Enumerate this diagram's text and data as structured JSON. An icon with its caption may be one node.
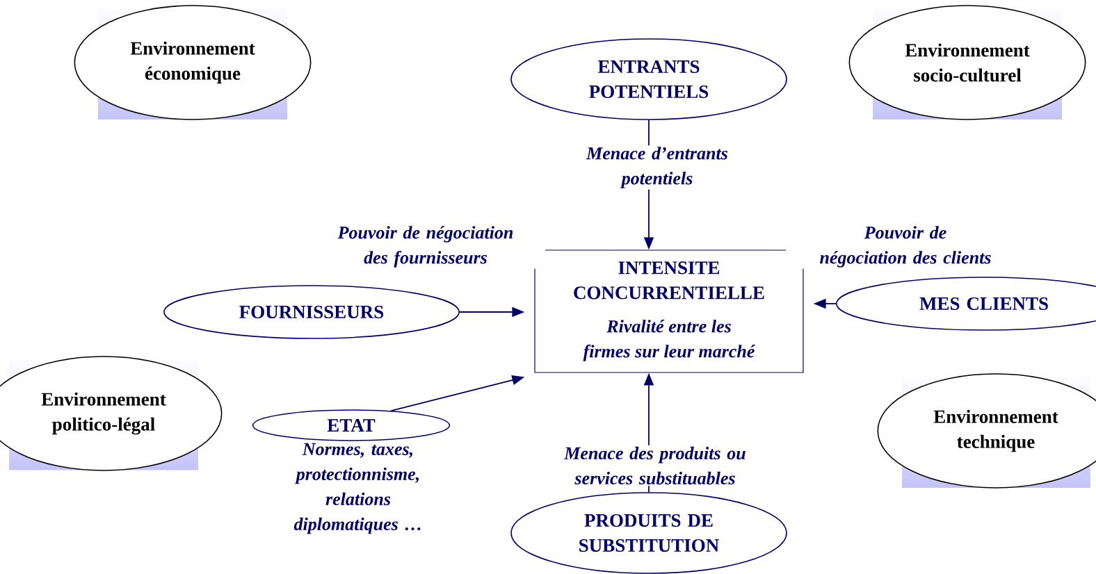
{
  "diagram": {
    "nodes": [
      {
        "text": [
          "Environnement économique"
        ]
      },
      {
        "text": [
          "ENTRANTS POTENTIELS"
        ]
      },
      {
        "text": [
          "Environnement socio-culturel"
        ]
      },
      {
        "text": [
          "INTENSITE CONCURRENTIELLE",
          "Rivalité entre les firmes sur leur marché"
        ]
      },
      {
        "text": [
          "FOURNISSEURS"
        ]
      },
      {
        "text": [
          "MES CLIENTS"
        ]
      },
      {
        "text": [
          "Environnement politico-légal"
        ]
      },
      {
        "text": [
          "ETAT"
        ],
        "beside": [
          "Normes, taxes, protectionnisme, relations diplomatiques …"
        ]
      },
      {
        "text": [
          "Environnement technique"
        ]
      },
      {
        "text": [
          "PRODUITS DE SUBSTITUTION"
        ]
      }
    ],
    "edges": [
      {
        "from": 1,
        "to": 3,
        "arrow": "to",
        "label": "Menace d’entrants potentiels"
      },
      {
        "from": 4,
        "to": 3,
        "arrow": "to",
        "label": "Pouvoir de négociation des fournisseurs"
      },
      {
        "from": 5,
        "to": 3,
        "arrow": "to",
        "label": "Pouvoir de négociation des clients"
      },
      {
        "from": 7,
        "to": 3,
        "arrow": "to"
      },
      {
        "from": 9,
        "to": 3,
        "arrow": "to",
        "label": "Menace des produits ou services substituables"
      }
    ]
  }
}
